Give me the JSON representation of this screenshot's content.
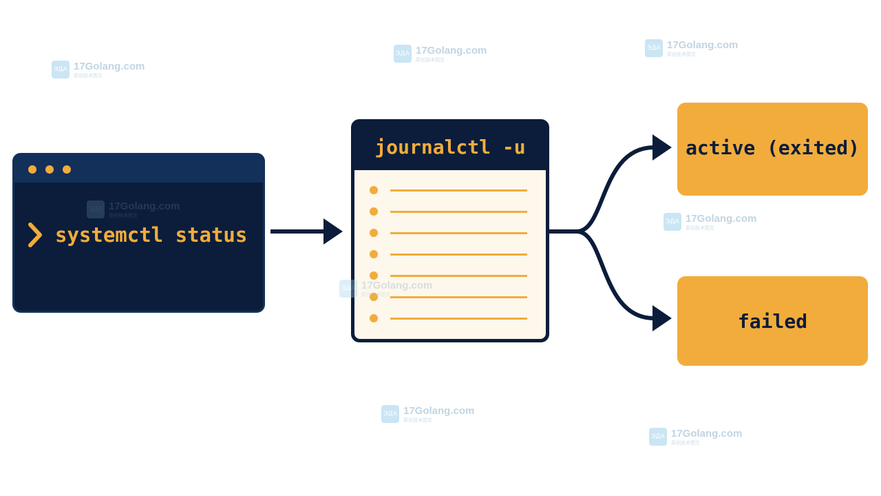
{
  "terminal": {
    "command": "systemctl status",
    "prompt_icon": "chevron-right-icon"
  },
  "log_panel": {
    "title": "journalctl -u",
    "line_count": 7
  },
  "outcomes": {
    "active": "active (exited)",
    "failed": "failed"
  },
  "watermark": {
    "text": "17Golang.com",
    "subtext": "原创技术图文",
    "logo_text": "ЭДА"
  },
  "colors": {
    "navy": "#0b1d3a",
    "accent": "#f2ac3c",
    "panel": "#fdf7ec"
  }
}
